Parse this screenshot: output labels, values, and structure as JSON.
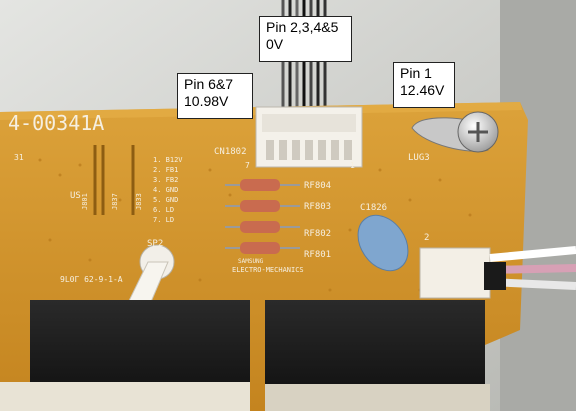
{
  "callouts": {
    "pins2345": {
      "line1": "Pin 2,3,4&5",
      "line2": "0V"
    },
    "pins67": {
      "line1": "Pin 6&7",
      "line2": "10.98V"
    },
    "pin1": {
      "line1": "Pin 1",
      "line2": "12.46V"
    }
  },
  "board": {
    "part_number": "4-00341A",
    "connector_ref": "CN1802",
    "connector_pins": [
      "1. B12V",
      "2. FB1",
      "3. FB2",
      "4. GND",
      "5. GND",
      "6. LD",
      "7. LD"
    ],
    "lug_ref": "LUG3",
    "resistors": [
      "RF804",
      "RF803",
      "RF802",
      "RF801"
    ],
    "capacitor_ref": "C1826",
    "switch_ref": "SP2",
    "jumpers": [
      "J801",
      "J837",
      "J833"
    ],
    "manufacturer": "ELECTRO-MECHANICS",
    "brand": "SAMSUNG",
    "marking_31": "31",
    "pin_7": "7",
    "pin_1": "1",
    "marking_2": "2",
    "cert_mark": "US",
    "date_code": "9L0Г 62-9-1-A"
  },
  "colors": {
    "board": "#d3962a",
    "board_shadow": "#b97a1c",
    "heatsink": "#1a1a1a",
    "capacitor": "#7fa6cf",
    "connector": "#f4f1ea"
  }
}
